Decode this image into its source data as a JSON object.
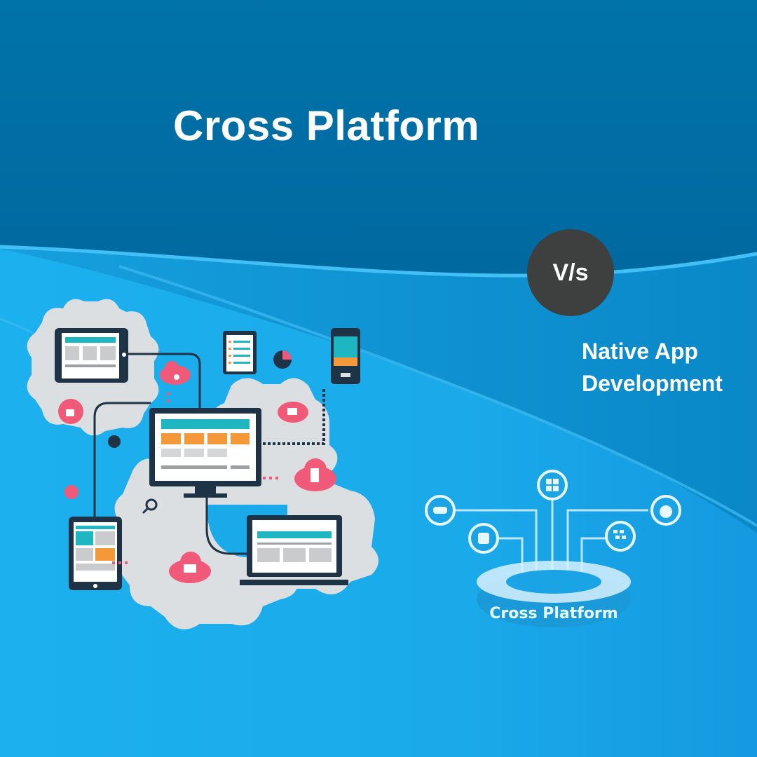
{
  "title": "Cross Platform",
  "vs_badge": "V/s",
  "comparison": {
    "line1": "Native App",
    "line2": "Development"
  },
  "platform_diagram": {
    "label": "Cross Platform",
    "icons": [
      "gamepad-icon",
      "android-icon",
      "windows-icon",
      "blackberry-icon",
      "apple-icon"
    ]
  },
  "illustration": {
    "devices": [
      "tablet",
      "clipboard",
      "smartphone",
      "desktop-monitor",
      "tablet",
      "laptop"
    ],
    "badges": [
      "lock",
      "cloud-gear",
      "chat-mail",
      "cloud-mobile",
      "cloud-users",
      "pie-chart",
      "search"
    ]
  },
  "colors": {
    "top_band": "#0073a8",
    "mid_band": "#0a8cd0",
    "bottom_bg": "#1cb0ee",
    "gear": "#dcdfe2",
    "device_frame": "#1f3346",
    "teal": "#1eb6c0",
    "orange": "#f5983a",
    "pink": "#f05a78",
    "vs_badge": "#3e3f3f"
  }
}
